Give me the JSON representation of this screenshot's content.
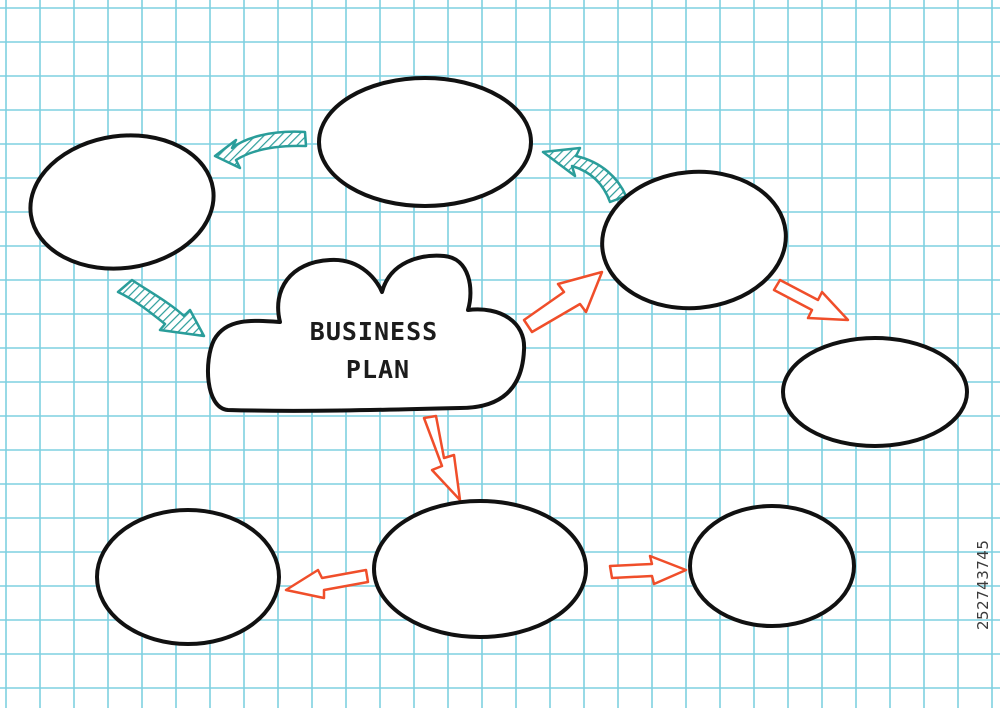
{
  "diagram": {
    "center_label": {
      "line1": "BUSINESS",
      "line2": "PLAN"
    },
    "watermark_id": "252743745"
  },
  "colors": {
    "grid_line": "#7fd0e0",
    "outline": "#111111",
    "teal_arrow": "#2a9d9a",
    "red_arrow": "#f04e2a",
    "paper": "#ffffff"
  }
}
